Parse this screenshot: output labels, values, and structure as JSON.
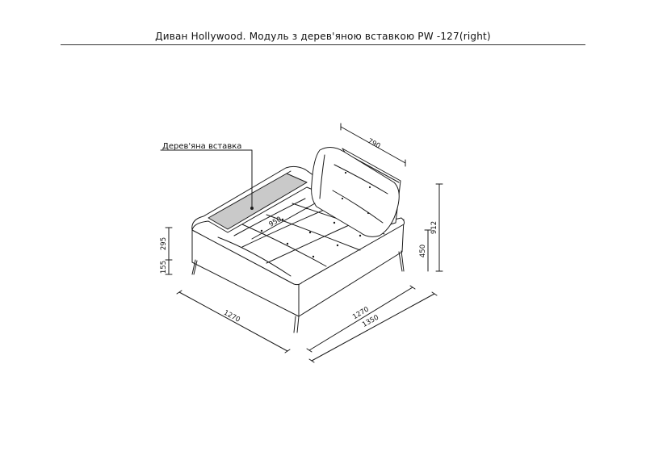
{
  "title": "Диван Hollywood. Модуль з дерев'яною вставкою PW -127(right)",
  "callout_label": "Дерев'яна вставка",
  "dimensions": {
    "back_width": "790",
    "insert_length": "950",
    "total_height": "912",
    "backrest_height": "450",
    "seat_height": "295",
    "leg_height": "155",
    "left_depth": "1270",
    "front_width_inner": "1270",
    "front_width_total": "1350"
  },
  "colors": {
    "line": "#1a1a1a",
    "insert_fill": "#c9c9c9",
    "background": "#ffffff"
  }
}
